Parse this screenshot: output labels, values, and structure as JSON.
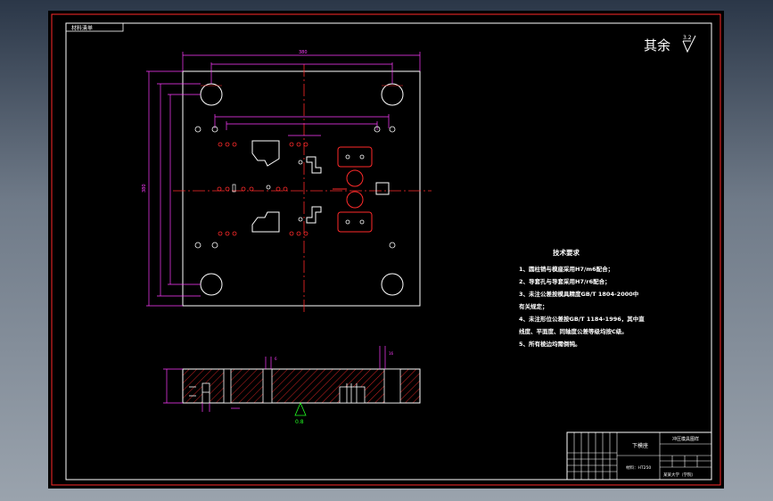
{
  "drawing": {
    "roughness_symbol": {
      "prefix": "其余",
      "value": "3.2"
    },
    "top_label_box": "材料清单",
    "technical_requirements": {
      "title": "技术要求",
      "lines": [
        "1、圆柱销与模座采用H7/m6配合；",
        "2、导套孔与导套采用H7/r6配合；",
        "3、未注公差按模具精度GB/T 1804-2000中",
        "    有关规定；",
        "4、未注形位公差按GB/T 1184-1996，其中直",
        "    线度、平面度、同轴度公差等级均按C级。",
        "5、所有棱边均需倒钝。"
      ]
    },
    "section_callouts": {
      "surface_mark": "0.8",
      "dim_a": "6",
      "dim_b": "16"
    },
    "plan_dimensions": {
      "width_label": "380",
      "height_label": "380"
    },
    "title_block": {
      "part_name": "下模座",
      "drawing_title": "冲压模具图样",
      "material": "材料：HT250",
      "school": "某某大学（学院）"
    }
  },
  "colors": {
    "frame": "#ff2a2a",
    "outline": "#ffffff",
    "dimension": "#ff3cff",
    "centerline": "#ff2a2a",
    "hatch": "#ff2a2a",
    "annotation": "#22ff22"
  }
}
